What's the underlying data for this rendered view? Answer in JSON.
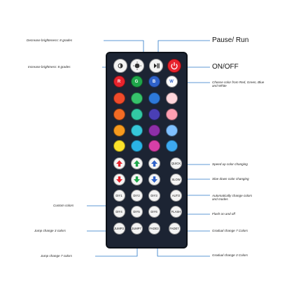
{
  "labels": {
    "decrease_brightness": "Decrease brighteness: 8 grades",
    "increase_brightness": "Increase brightness: 8 grades",
    "pause_run": "Pause/ Run",
    "on_off": "ON/OFF",
    "choose_color": "Choose color from Red, Green, Blue and White",
    "speed_up": "Speed up color changing",
    "slow_down": "Sloe down color changing",
    "auto_change": "Automatically change colors and modes",
    "flash": "Flash on and off",
    "gradual_7": "Gradual change 7 Colors",
    "gradual_3": "Gradual change 3 Colors",
    "custom_colors": "Custom colors",
    "jump_3": "Jump change 3 colors",
    "jump_7": "Jump change 7 colors"
  },
  "remote": {
    "top_row": [
      {
        "icon": "brightness-down-icon",
        "color": "#f4f4f4"
      },
      {
        "icon": "brightness-up-icon",
        "color": "#f4f4f4"
      },
      {
        "icon": "play-pause-icon",
        "color": "#f4f4f4"
      },
      {
        "icon": "power-icon",
        "color": "#e8232d"
      }
    ],
    "color_header": [
      "R",
      "G",
      "B",
      "W"
    ],
    "color_grid": [
      [
        "#e8232d",
        "#1fa64a",
        "#2f62c9",
        "#ffffff"
      ],
      [
        "#ef4b2b",
        "#36c26b",
        "#2d79d9",
        "#ffd6dc"
      ],
      [
        "#f26b24",
        "#32c8a4",
        "#4a3fb5",
        "#ff9fb2"
      ],
      [
        "#f79a1e",
        "#36c7d9",
        "#8e2fa8",
        "#7fc0ff"
      ],
      [
        "#fbe22a",
        "#2ab3e6",
        "#d63fa7",
        "#3da9f0"
      ]
    ],
    "arrow_rows": [
      [
        {
          "icon": "arrow-up-red-icon",
          "color": "#e8232d"
        },
        {
          "icon": "arrow-up-green-icon",
          "color": "#1fa64a"
        },
        {
          "icon": "arrow-up-blue-icon",
          "color": "#2f62c9"
        }
      ],
      [
        {
          "icon": "arrow-down-red-icon",
          "color": "#e8232d"
        },
        {
          "icon": "arrow-down-green-icon",
          "color": "#1fa64a"
        },
        {
          "icon": "arrow-down-blue-icon",
          "color": "#2f62c9"
        }
      ]
    ],
    "quick_label": "QUICK",
    "slow_label": "SLOW",
    "diy_row1": [
      "DIY1",
      "DIY2",
      "DIY3"
    ],
    "diy_row2": [
      "DIY4",
      "DIY5",
      "DIY6"
    ],
    "auto_label": "AUTO",
    "flash_label": "FLASH",
    "bottom_row": [
      "JUMP3",
      "JUMP7",
      "FADE3",
      "FADE7"
    ]
  }
}
